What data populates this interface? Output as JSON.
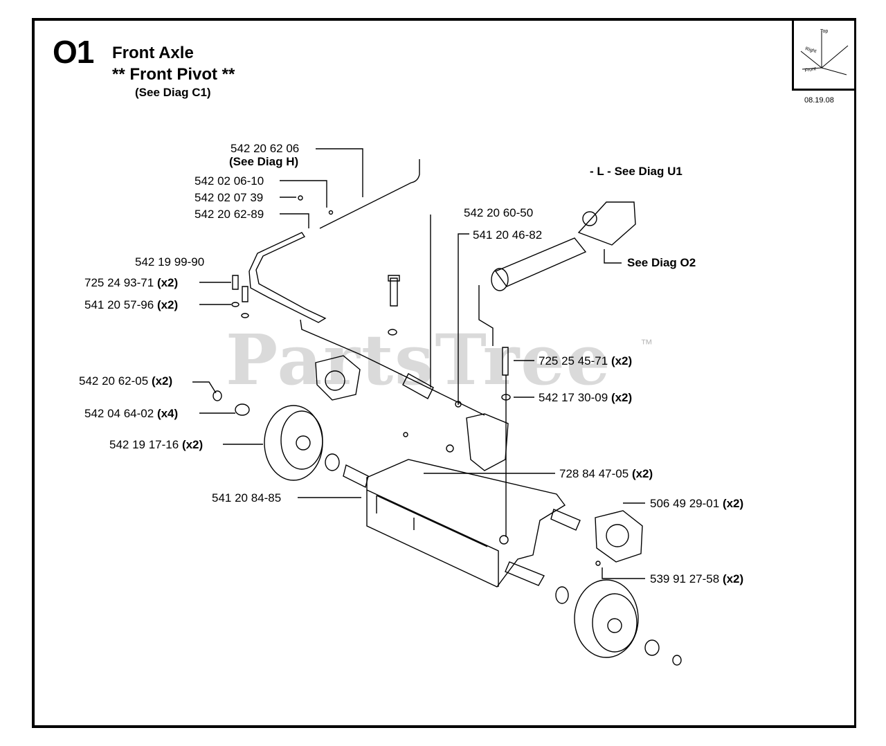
{
  "header": {
    "section_code": "O1",
    "title": "Front Axle",
    "subtitle": "** Front Pivot **",
    "reference": "(See Diag C1)"
  },
  "corner": {
    "date": "08.19.08",
    "compass_labels": [
      "Top",
      "Right",
      "Front"
    ]
  },
  "watermark": {
    "text": "PartsTree",
    "tm": "™"
  },
  "callouts": [
    {
      "id": "542-20-62-06",
      "part": "542 20 62 06",
      "qty": ""
    },
    {
      "id": "see-diag-h",
      "part": "",
      "qty": "(See Diag H)"
    },
    {
      "id": "542-02-06-10",
      "part": "542 02 06-10",
      "qty": ""
    },
    {
      "id": "542-02-07-39",
      "part": "542 02 07 39",
      "qty": ""
    },
    {
      "id": "542-20-62-89",
      "part": "542 20 62-89",
      "qty": ""
    },
    {
      "id": "542-19-99-90",
      "part": "542 19 99-90",
      "qty": ""
    },
    {
      "id": "725-24-93-71",
      "part": "725 24 93-71",
      "qty": "(x2)"
    },
    {
      "id": "541-20-57-96",
      "part": "541 20 57-96",
      "qty": "(x2)"
    },
    {
      "id": "542-20-62-05",
      "part": "542 20 62-05",
      "qty": "(x2)"
    },
    {
      "id": "542-04-64-02",
      "part": "542 04 64-02",
      "qty": "(x4)"
    },
    {
      "id": "542-19-17-16",
      "part": "542 19 17-16",
      "qty": "(x2)"
    },
    {
      "id": "541-20-84-85",
      "part": "541 20 84-85",
      "qty": ""
    },
    {
      "id": "542-20-60-50",
      "part": "542 20 60-50",
      "qty": ""
    },
    {
      "id": "541-20-46-82",
      "part": "541 20 46-82",
      "qty": ""
    },
    {
      "id": "see-diag-u1",
      "part": "",
      "qty": "- L -  See Diag U1"
    },
    {
      "id": "see-diag-o2",
      "part": "",
      "qty": "See Diag O2"
    },
    {
      "id": "725-25-45-71",
      "part": "725 25 45-71",
      "qty": "(x2)"
    },
    {
      "id": "542-17-30-09",
      "part": "542 17 30-09",
      "qty": "(x2)"
    },
    {
      "id": "728-84-47-05",
      "part": "728 84 47-05",
      "qty": "(x2)"
    },
    {
      "id": "506-49-29-01",
      "part": "506 49 29-01",
      "qty": "(x2)"
    },
    {
      "id": "539-91-27-58",
      "part": "539 91 27-58",
      "qty": "(x2)"
    }
  ]
}
